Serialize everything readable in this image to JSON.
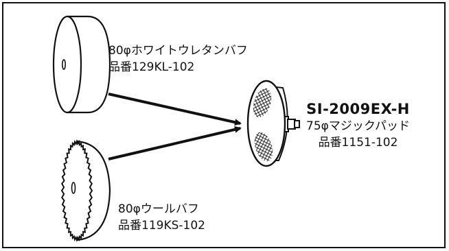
{
  "items": {
    "white_buff": {
      "name": "80φホワイトウレタンバフ",
      "part_number": "品番129KL-102"
    },
    "wool_buff": {
      "name": "80φウールバフ",
      "part_number": "品番119KS-102"
    },
    "magic_pad": {
      "model": "SI-2009EX-H",
      "name": "75φマジックパッド",
      "part_number": "品番1151-102"
    }
  },
  "colors": {
    "line": "#111111",
    "background": "#ffffff"
  }
}
